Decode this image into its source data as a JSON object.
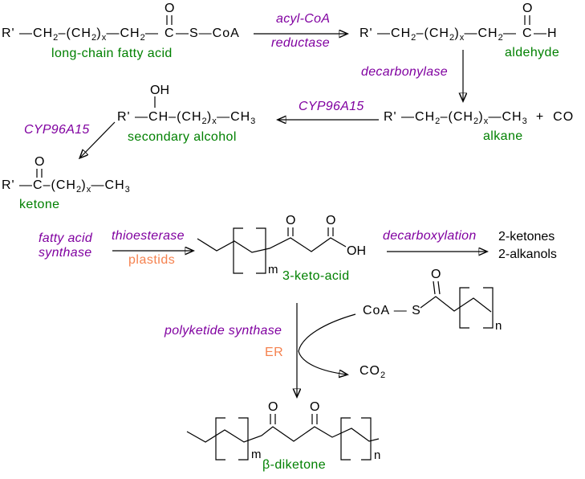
{
  "colors": {
    "enzyme": "#8000A0",
    "product": "#008000",
    "organelle": "#F5824F",
    "bond": "#000000"
  },
  "top_pathway": {
    "acyl_coa": {
      "o": "O",
      "c": "C",
      "chain": [
        {
          "t": "R' —CH"
        },
        {
          "t": "2",
          "s": true
        },
        {
          "t": "–(CH"
        },
        {
          "t": "2",
          "s": true
        },
        {
          "t": ")"
        },
        {
          "t": "x",
          "s": true
        },
        {
          "t": "—CH"
        },
        {
          "t": "2",
          "s": true
        },
        {
          "t": "—"
        }
      ],
      "tail": [
        {
          "t": "—S—CoA"
        }
      ],
      "label": "long-chain fatty acid"
    },
    "step1": {
      "enzyme_line1": "acyl-CoA",
      "enzyme_line2": "reductase"
    },
    "aldehyde": {
      "o": "O",
      "c": "C",
      "chain": [
        {
          "t": "R' —CH"
        },
        {
          "t": "2",
          "s": true
        },
        {
          "t": "–(CH"
        },
        {
          "t": "2",
          "s": true
        },
        {
          "t": ")"
        },
        {
          "t": "x",
          "s": true
        },
        {
          "t": "—CH"
        },
        {
          "t": "2",
          "s": true
        },
        {
          "t": "—"
        }
      ],
      "tail": [
        {
          "t": "—H"
        }
      ],
      "label": "aldehyde"
    },
    "step2": {
      "enzyme": "decarbonylase"
    },
    "alkane": {
      "formula": [
        {
          "t": "R' —CH"
        },
        {
          "t": "2",
          "s": true
        },
        {
          "t": "–(CH"
        },
        {
          "t": "2",
          "s": true
        },
        {
          "t": ")"
        },
        {
          "t": "x",
          "s": true
        },
        {
          "t": "—CH"
        },
        {
          "t": "3",
          "s": true
        },
        {
          "t": "  +  CO"
        }
      ],
      "label": "alkane"
    },
    "step3": {
      "enzyme": "CYP96A15"
    },
    "secondary_alcohol": {
      "oh": "OH",
      "formula": [
        {
          "t": "R' —CH–(CH"
        },
        {
          "t": "2",
          "s": true
        },
        {
          "t": ")"
        },
        {
          "t": "x",
          "s": true
        },
        {
          "t": "—CH"
        },
        {
          "t": "3",
          "s": true
        }
      ],
      "label": "secondary alcohol"
    },
    "step4": {
      "enzyme": "CYP96A15"
    },
    "ketone": {
      "o": "O",
      "formula": [
        {
          "t": "R' —C–(CH"
        },
        {
          "t": "2",
          "s": true
        },
        {
          "t": ")"
        },
        {
          "t": "x",
          "s": true
        },
        {
          "t": "—CH"
        },
        {
          "t": "3",
          "s": true
        }
      ],
      "label": "ketone"
    }
  },
  "bottom_pathway": {
    "step5": {
      "enzyme_line1": "fatty acid",
      "enzyme_line2": "synthase"
    },
    "step6": {
      "enzyme": "thioesterase",
      "location": "plastids"
    },
    "keto_acid": {
      "o1": "O",
      "o2": "O",
      "oh": "OH",
      "repeat": "m",
      "label": "3-keto-acid"
    },
    "step7": {
      "enzyme": "decarboxylation",
      "products": [
        "2-ketones",
        "2-alkanols"
      ]
    },
    "acyl_coa_thioester": {
      "formula": [
        {
          "t": "CoA — S"
        }
      ],
      "o": "O",
      "repeat": "n"
    },
    "step8": {
      "enzyme": "polyketide synthase",
      "location": "ER",
      "byproduct": [
        {
          "t": "CO"
        },
        {
          "t": "2",
          "s": true
        }
      ]
    },
    "beta_diketone": {
      "o1": "O",
      "o2": "O",
      "repeat_m": "m",
      "repeat_n": "n",
      "label": "β-diketone"
    }
  }
}
